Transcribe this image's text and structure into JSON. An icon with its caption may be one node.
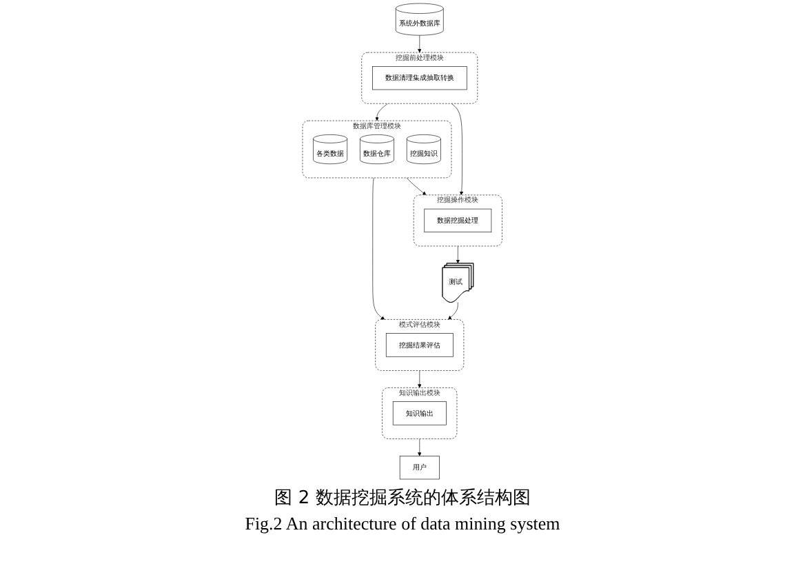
{
  "diagram": {
    "caption": "图 2 数据挖掘系统的体系结构图",
    "nodes": [
      {
        "text": [
          "知识输出模块"
        ]
      },
      {
        "text": [
          "知识输出"
        ],
        "in": 0
      },
      {
        "text": [
          "用户"
        ]
      },
      {
        "text": [
          "系统外数据库"
        ]
      },
      {
        "text": [
          "挖掘前处理模块"
        ]
      },
      {
        "text": [
          "数据清理集成抽取转换"
        ],
        "in": 4
      },
      {
        "text": [
          "数据库管理模块"
        ]
      },
      {
        "text": [
          "各类数据"
        ],
        "in": 6
      },
      {
        "text": [
          "数据仓库"
        ],
        "in": 6
      },
      {
        "text": [
          "挖掘知识"
        ],
        "in": 6
      },
      {
        "text": [
          "模式评估模块"
        ]
      },
      {
        "text": [
          "挖掘结果评估"
        ],
        "in": 10
      },
      {
        "text": [
          "挖掘操作模块"
        ]
      },
      {
        "text": [
          "数据挖掘处理"
        ],
        "in": 12
      },
      {
        "text": [
          "测试"
        ]
      }
    ],
    "edges": [
      {
        "from": 0,
        "to": 2,
        "arrow": "to"
      },
      {
        "from": 3,
        "to": 4,
        "arrow": "to"
      },
      {
        "from": 4,
        "to": 6,
        "arrow": "to"
      },
      {
        "from": 4,
        "to": 12,
        "arrow": "to"
      },
      {
        "from": 6,
        "to": 10,
        "arrow": "to"
      },
      {
        "from": 6,
        "to": 12,
        "arrow": "to"
      },
      {
        "from": 12,
        "to": 14,
        "arrow": "to"
      },
      {
        "from": 14,
        "to": 10,
        "arrow": "to"
      },
      {
        "from": 10,
        "to": 0,
        "arrow": "to"
      }
    ],
    "labels": [
      "Fig.2 An architecture of data mining system"
    ]
  }
}
